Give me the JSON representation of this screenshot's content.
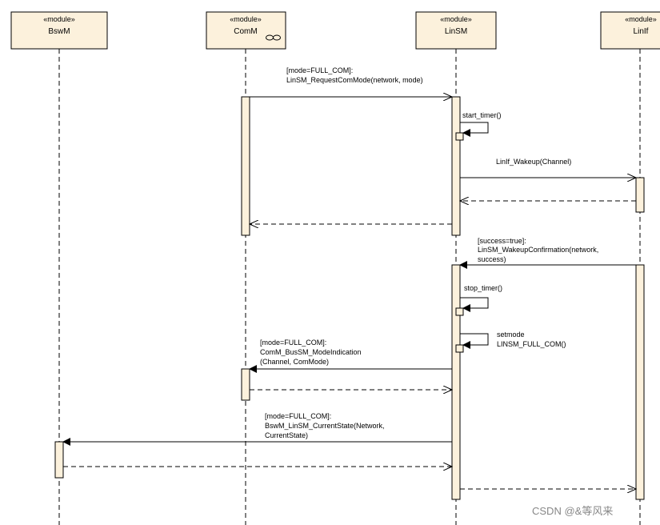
{
  "lifelines": [
    {
      "id": "bswm",
      "stereotype": "«module»",
      "name": "BswM"
    },
    {
      "id": "comm",
      "stereotype": "«module»",
      "name": "ComM"
    },
    {
      "id": "linsm",
      "stereotype": "«module»",
      "name": "LinSM"
    },
    {
      "id": "linif",
      "stereotype": "«module»",
      "name": "LinIf"
    }
  ],
  "messages": {
    "m1": [
      "[mode=FULL_COM]:",
      "LinSM_RequestComMode(network, mode)"
    ],
    "m2": [
      "start_timer()"
    ],
    "m3": [
      "LinIf_Wakeup(Channel)"
    ],
    "m4": [
      "[success=true]:",
      "LinSM_WakeupConfirmation(network,",
      "success)"
    ],
    "m5": [
      "stop_timer()"
    ],
    "m6": [
      "setmode",
      "LINSM_FULL_COM()"
    ],
    "m7": [
      "[mode=FULL_COM]:",
      "ComM_BusSM_ModeIndication",
      "(Channel, ComMode)"
    ],
    "m8": [
      "[mode=FULL_COM]:",
      "BswM_LinSM_CurrentState(Network,",
      "CurrentState)"
    ]
  },
  "watermark": "CSDN @&等风来"
}
